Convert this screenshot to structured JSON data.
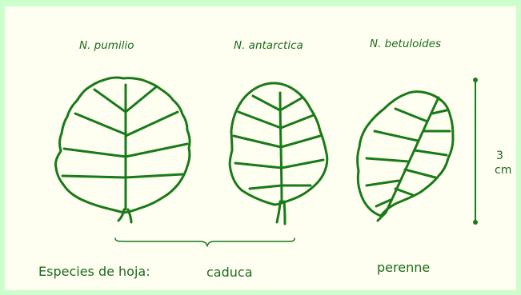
{
  "species": {
    "pumilio": "N. pumilio",
    "antarctica": "N. antarctica",
    "betuloides": "N. betuloides"
  },
  "scale": {
    "value": "3",
    "unit": "cm"
  },
  "captions": {
    "prefix": "Especies de hoja:",
    "deciduous": "caduca",
    "evergreen": "perenne"
  },
  "colors": {
    "background": "#fefff0",
    "frame": "#ccffcc",
    "ink": "#1d6a1d"
  }
}
